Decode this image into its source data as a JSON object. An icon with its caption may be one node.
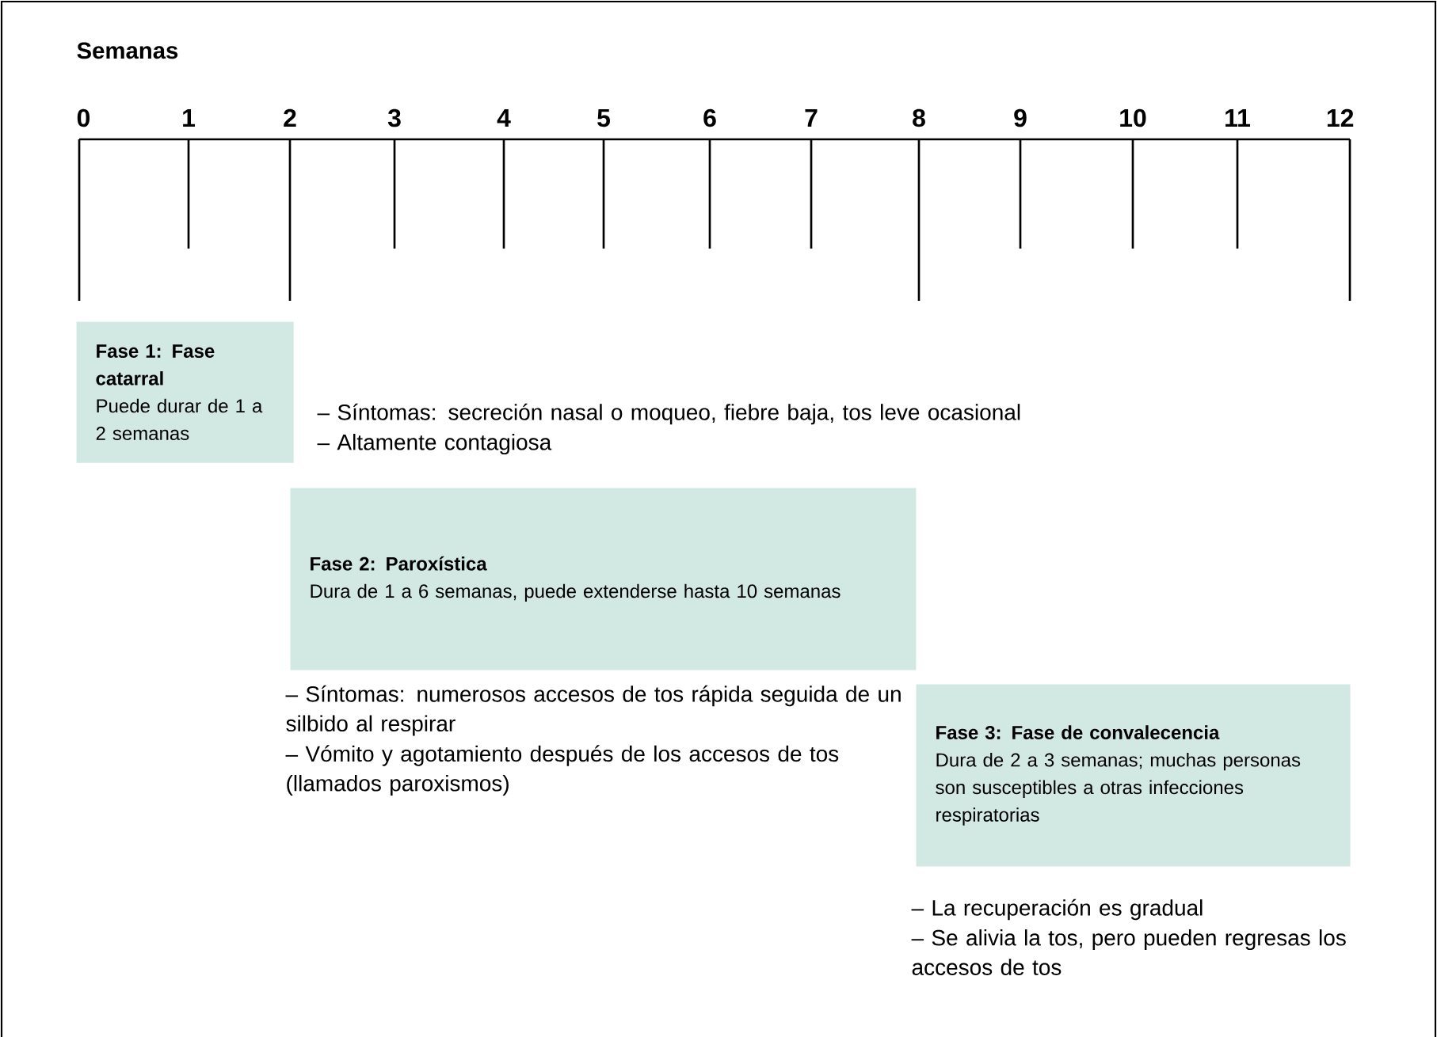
{
  "diagram": {
    "nodes": [
      {
        "text": [
          "Fase 1: Fase catarral",
          "Puede durar de 1 a 2 semanas"
        ],
        "beside": [
          "– Síntomas: secreción nasal o moqueo, fiebre baja, tos leve ocasional",
          "– Altamente contagiosa"
        ]
      },
      {
        "text": [
          "Fase 2: Paroxística",
          "Dura de 1 a 6 semanas, puede extenderse hasta 10 semanas"
        ],
        "beside": [
          "– Síntomas: numerosos accesos de tos rápida seguida de un silbido al respirar",
          "– Vómito y agotamiento después de los accesos de tos (llamados paroxismos)"
        ]
      },
      {
        "text": [
          "Fase 3: Fase de convalecencia",
          "Dura de 2 a 3 semanas; muchas personas son susceptibles a otras infecciones respiratorias"
        ],
        "beside": [
          "– La recuperación es gradual",
          "– Se alivia la tos, pero pueden regresas los accesos de tos"
        ]
      }
    ],
    "labels": [
      "Semanas",
      "0",
      "1",
      "2",
      "3",
      "4",
      "5",
      "6",
      "7",
      "8",
      "9",
      "10",
      "11",
      "12"
    ]
  }
}
